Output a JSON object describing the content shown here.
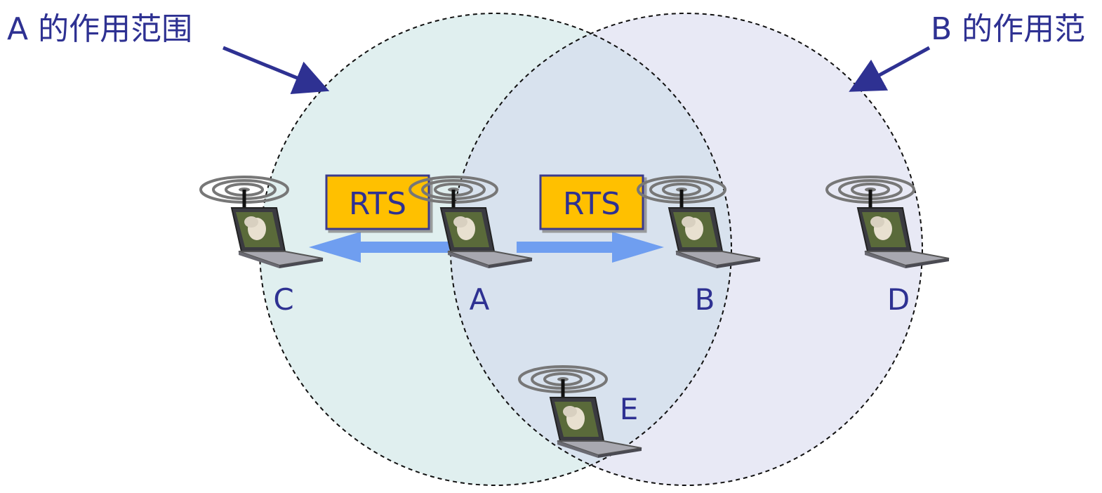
{
  "ranges": [
    {
      "id": "A",
      "label": "A 的作用范围",
      "fill": "#e0efef"
    },
    {
      "id": "B",
      "label": "B 的作用范",
      "fill": "#e8e9f5"
    }
  ],
  "overlap_fill": "#d8e2ee",
  "nodes": [
    {
      "id": "C",
      "label": "C"
    },
    {
      "id": "A",
      "label": "A"
    },
    {
      "id": "B",
      "label": "B"
    },
    {
      "id": "D",
      "label": "D"
    },
    {
      "id": "E",
      "label": "E"
    }
  ],
  "frames": [
    {
      "label": "RTS",
      "direction": "left"
    },
    {
      "label": "RTS",
      "direction": "right"
    }
  ],
  "colors": {
    "text": "#2e3192",
    "arrow": "#6f9ef0",
    "frame_fill": "#ffc000",
    "frame_border": "#3a3a8c",
    "pointer": "#2e3192"
  },
  "icons": {
    "station": "laptop-with-antenna-icon"
  }
}
